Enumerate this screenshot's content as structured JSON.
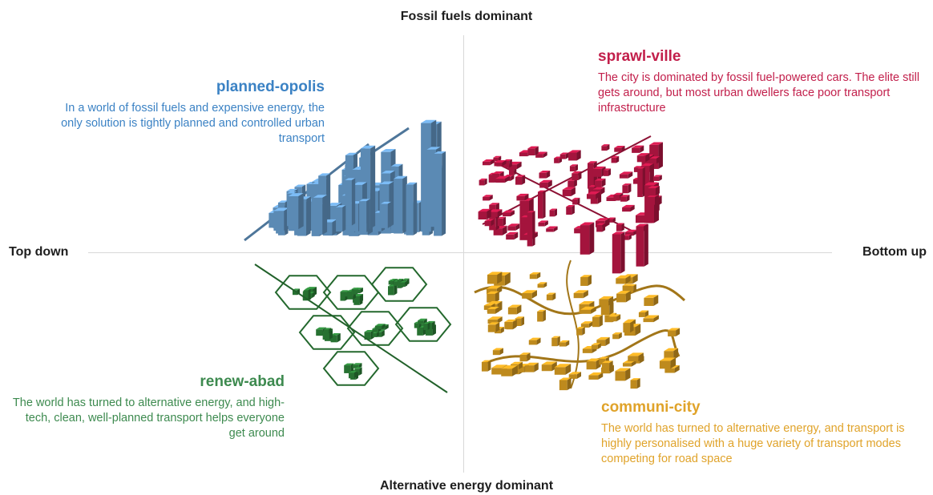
{
  "axes": {
    "top": "Fossil fuels dominant",
    "bottom": "Alternative energy dominant",
    "left": "Top down",
    "right": "Bottom up"
  },
  "quadrants": {
    "top_left": {
      "title": "planned-opolis",
      "description": "In a world of fossil fuels and expensive energy, the only solution is tightly planned and controlled urban transport",
      "color": "#3b82c4",
      "illustration_color": "#6fa8dc"
    },
    "top_right": {
      "title": "sprawl-ville",
      "description": "The city is dominated by fossil fuel-powered cars. The elite still gets around, but most urban dwellers face poor transport infrastructure",
      "color": "#c21f4b",
      "illustration_color": "#c8184a"
    },
    "bottom_left": {
      "title": "renew-abad",
      "description": "The world has turned to alternative energy, and high-tech, clean, well-planned transport helps everyone get around",
      "color": "#3d8a4f",
      "illustration_color": "#2f8a3c"
    },
    "bottom_right": {
      "title": "communi-city",
      "description": "The world has turned to alternative energy, and transport is highly personalised with a huge variety of transport modes competing for road space",
      "color": "#e0a32a",
      "illustration_color": "#e8a823"
    }
  }
}
